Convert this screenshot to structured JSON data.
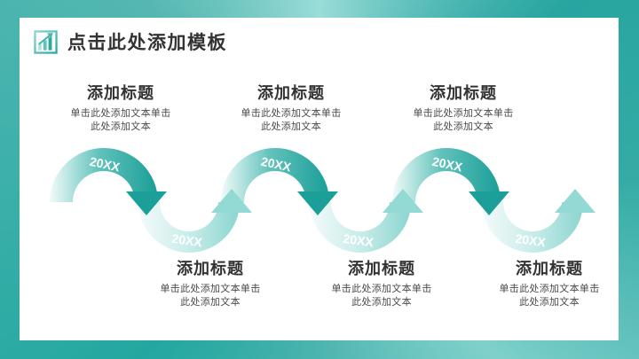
{
  "header": {
    "title": "点击此处添加模板",
    "icon": "growth-chart-icon"
  },
  "wave": {
    "type": "s-curve-timeline-arrows",
    "segments": [
      {
        "year": "20XX",
        "position": "top"
      },
      {
        "year": "20XX",
        "position": "bottom"
      },
      {
        "year": "20XX",
        "position": "top"
      },
      {
        "year": "20XX",
        "position": "bottom"
      },
      {
        "year": "20XX",
        "position": "top"
      },
      {
        "year": "20XX",
        "position": "bottom"
      }
    ]
  },
  "blocks": {
    "top": [
      {
        "title": "添加标题",
        "body_line1": "单击此处添加文本单击",
        "body_line2": "此处添加文本"
      },
      {
        "title": "添加标题",
        "body_line1": "单击此处添加文本单击",
        "body_line2": "此处添加文本"
      },
      {
        "title": "添加标题",
        "body_line1": "单击此处添加文本单击",
        "body_line2": "此处添加文本"
      }
    ],
    "bottom": [
      {
        "title": "添加标题",
        "body_line1": "单击此处添加文本单击",
        "body_line2": "此处添加文本"
      },
      {
        "title": "添加标题",
        "body_line1": "单击此处添加文本单击",
        "body_line2": "此处添加文本"
      },
      {
        "title": "添加标题",
        "body_line1": "单击此处添加文本单击",
        "body_line2": "此处添加文本"
      }
    ]
  },
  "colors": {
    "accent_dark": "#1c9f99",
    "accent": "#2aa8a2",
    "accent_light": "#9adcd8",
    "arrow_light": "#93d9d4",
    "title_text": "#333333",
    "body_text": "#4a4a4a",
    "label_text": "#ffffff",
    "slide_background": "#ffffff"
  }
}
